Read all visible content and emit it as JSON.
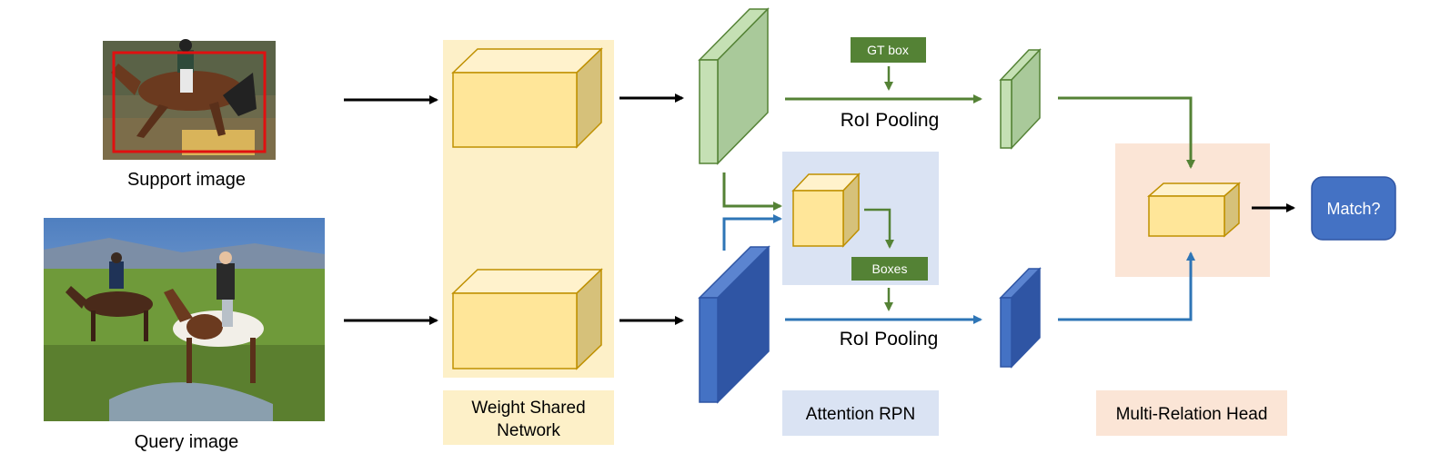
{
  "images": {
    "support_caption": "Support image",
    "query_caption": "Query image"
  },
  "labels": {
    "gt_box": "GT box",
    "roi_pooling_top": "RoI Pooling",
    "roi_pooling_bottom": "RoI Pooling",
    "boxes": "Boxes",
    "match": "Match?",
    "weight_shared_line1": "Weight Shared",
    "weight_shared_line2": "Network",
    "attention_rpn": "Attention RPN",
    "multi_relation_head": "Multi-Relation Head"
  },
  "colors": {
    "yellow_panel": "#fdf0c8",
    "blue_panel": "#dae3f3",
    "peach_panel": "#fbe5d6",
    "cube_front": "#ffe699",
    "cube_top": "#fff2cc",
    "cube_side": "#d6c17a",
    "cube_stroke": "#bf9000",
    "green_front": "#a9c99a",
    "green_face": "#c5e0b4",
    "green_stroke": "#548235",
    "green_label": "#548235",
    "blue_front": "#2f55a4",
    "blue_face": "#4472c4",
    "blue_arrow": "#2e75b6",
    "match_fill": "#4472c4"
  }
}
